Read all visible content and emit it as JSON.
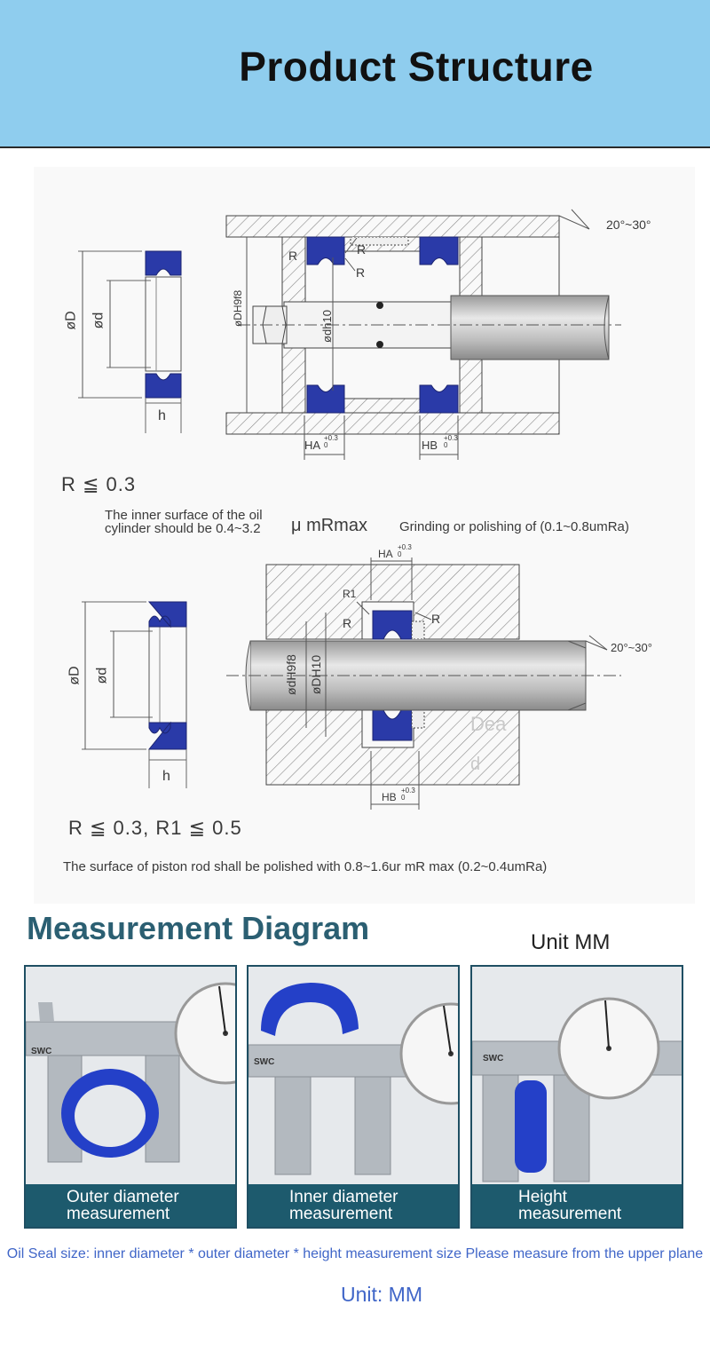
{
  "header": {
    "title": "Product Structure"
  },
  "diagram1": {
    "dim_D": "øD",
    "dim_d": "ød",
    "dim_h": "h",
    "dim_DH": "øDH9f8",
    "dim_dh": "ødh10",
    "angle": "20°~30°",
    "r_marks": [
      "R",
      "R",
      "R"
    ],
    "ha": "Hₐ +0.3/0",
    "ha_main": "HA",
    "ha_tol": "+0.3 0",
    "hb_main": "HB",
    "hb_tol": "+0.3 0",
    "radius_note": "R ≦ 0.3",
    "surface_note_line1": "The inner surface of the oil",
    "surface_note_line2": "cylinder should be 0.4~3.2",
    "mu_note": "μ mRmax",
    "grinding_note": "Grinding or polishing of (0.1~0.8umRa)"
  },
  "diagram2": {
    "dim_D": "øD",
    "dim_d": "ød",
    "dim_h": "h",
    "dim_dH": "ødH9f8",
    "dim_DH": "øDH10",
    "angle": "20°~30°",
    "r1": "R1",
    "r_left": "R",
    "r_right": "R",
    "ha_main": "HA",
    "ha_tol": "+0.3 0",
    "hb_main": "HB",
    "hb_tol": "+0.3 0",
    "dea": "Dea",
    "d_small": "d",
    "radius_note": "R ≦ 0.3, R1 ≦ 0.5",
    "surface_note": "The surface of piston rod shall be polished with 0.8~1.6ur mR max (0.2~0.4umRa)"
  },
  "measurement": {
    "title": "Measurement Diagram",
    "unit": "Unit MM",
    "photos": [
      {
        "caption_line1": "Outer diameter",
        "caption_line2": "measurement",
        "brand": "SWC"
      },
      {
        "caption_line1": "Inner diameter",
        "caption_line2": "measurement",
        "brand": "SWC"
      },
      {
        "caption_line1": "Height",
        "caption_line2": "measurement",
        "brand": "SWC"
      }
    ]
  },
  "footer": {
    "note": "Oil Seal size: inner diameter * outer diameter * height measurement size Please measure from the upper plane",
    "unit": "Unit: MM"
  },
  "colors": {
    "banner": "#8fcdee",
    "seal_blue": "#2a3aa8",
    "accent_teal": "#2b5f72",
    "caption_bg": "#1d5a6d",
    "note_blue": "#4066c8"
  }
}
